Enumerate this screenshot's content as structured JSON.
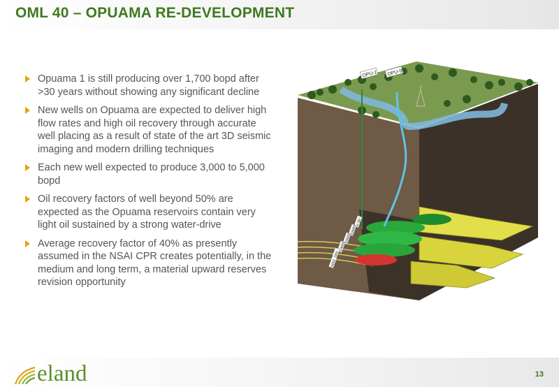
{
  "title": "OML 40 – OPUAMA RE-DEVELOPMENT",
  "bullets": [
    "Opuama 1 is still producing over 1,700 bopd after >30 years without showing any significant decline",
    "New wells on Opuama are expected to deliver high flow rates and high oil recovery through accurate well placing as a result of state of the art 3D seismic imaging and modern drilling techniques",
    "Each new well expected to produce 3,000 to 5,000 bopd",
    "Oil recovery factors of well beyond 50% are expected as the Opuama reservoirs contain very light oil sustained by a strong water-drive",
    "Average recovery factor of 40% as presently assumed in the NSAI CPR creates potentially, in the medium and long term, a material upward reserves revision opportunity"
  ],
  "diagram": {
    "well_labels": [
      "OPU-1",
      "OPU-9"
    ],
    "horizon_labels": [
      "U-3M",
      "D9000",
      "D6000",
      "D3000",
      "Z000",
      "A000"
    ]
  },
  "footer": {
    "logo_text": "eland",
    "page_number": "13"
  },
  "colors": {
    "title": "#3f7a1f",
    "bullet_arrow": "#e6a400",
    "text": "#555555"
  },
  "icons": {
    "bullet": "triangle-right-icon",
    "logo_mark": "sun-rays-logo-icon"
  }
}
